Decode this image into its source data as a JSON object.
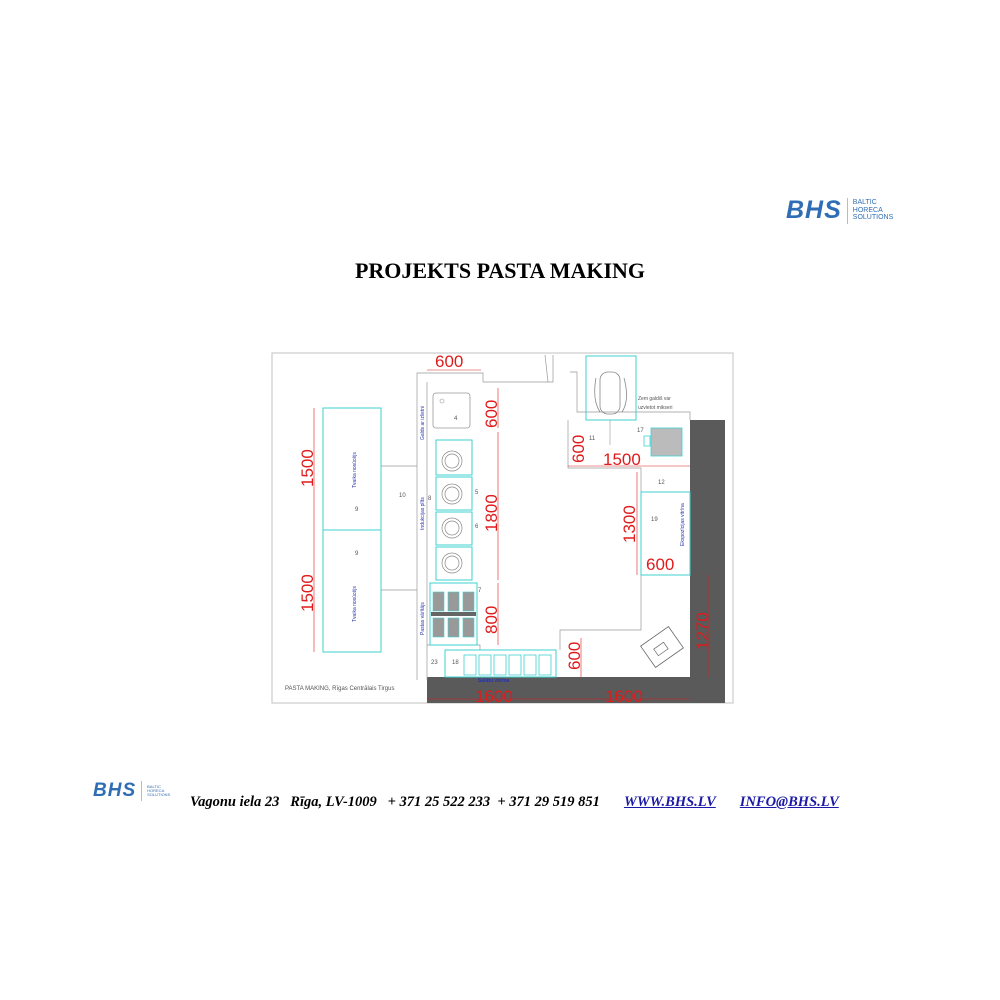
{
  "logo": {
    "mark": "BHS",
    "sub": [
      "BALTIC",
      "HORECA",
      "SOLUTIONS"
    ],
    "color": "#2f6db5"
  },
  "title": "PROJEKTS PASTA MAKING",
  "plan": {
    "caption": "PASTA MAKING, Rīgas Centrālais Tirgus",
    "labels": {
      "sink": "Galds ar izlietni",
      "hobs": "Indukcijas plīts",
      "pasta": "Pastas vārītājs",
      "hood": "Tvaika nosūcējs",
      "salad": "Salātu vitrīna",
      "exhibit": "Ekspozīcijas vitrīna",
      "mixer_note_1": "Zem galdiš var",
      "mixer_note_2": "uzvietot mikseri"
    },
    "numbers": {
      "n4": "4",
      "n5": "5",
      "n6": "6",
      "n7": "7",
      "n8": "8",
      "n9": "9",
      "n10": "10",
      "n11": "11",
      "n12": "12",
      "n17": "17",
      "n18": "18",
      "n19": "19",
      "n23": "23"
    },
    "dims": {
      "sink_w": "600",
      "sink_h": "600",
      "hobs": "1800",
      "pasta": "800",
      "hood1": "1500",
      "hood2": "1500",
      "bottom_left": "1600",
      "bottom_right": "1600",
      "gap": "600",
      "table_h": "600",
      "table_w": "1500",
      "vitrine_h": "1300",
      "vitrine_w": "600",
      "right": "1270"
    },
    "colors": {
      "dim": "#e01b1b",
      "equipment": "#3fd0d0",
      "wall": "#5a5a5a",
      "label": "#2633b0"
    }
  },
  "footer": {
    "address": "Vagonu iela 23   Rīga, LV-1009   + 371 25 522 233  + 371 29 519 851",
    "web": "WWW.BHS.LV",
    "email": "INFO@BHS.LV"
  }
}
